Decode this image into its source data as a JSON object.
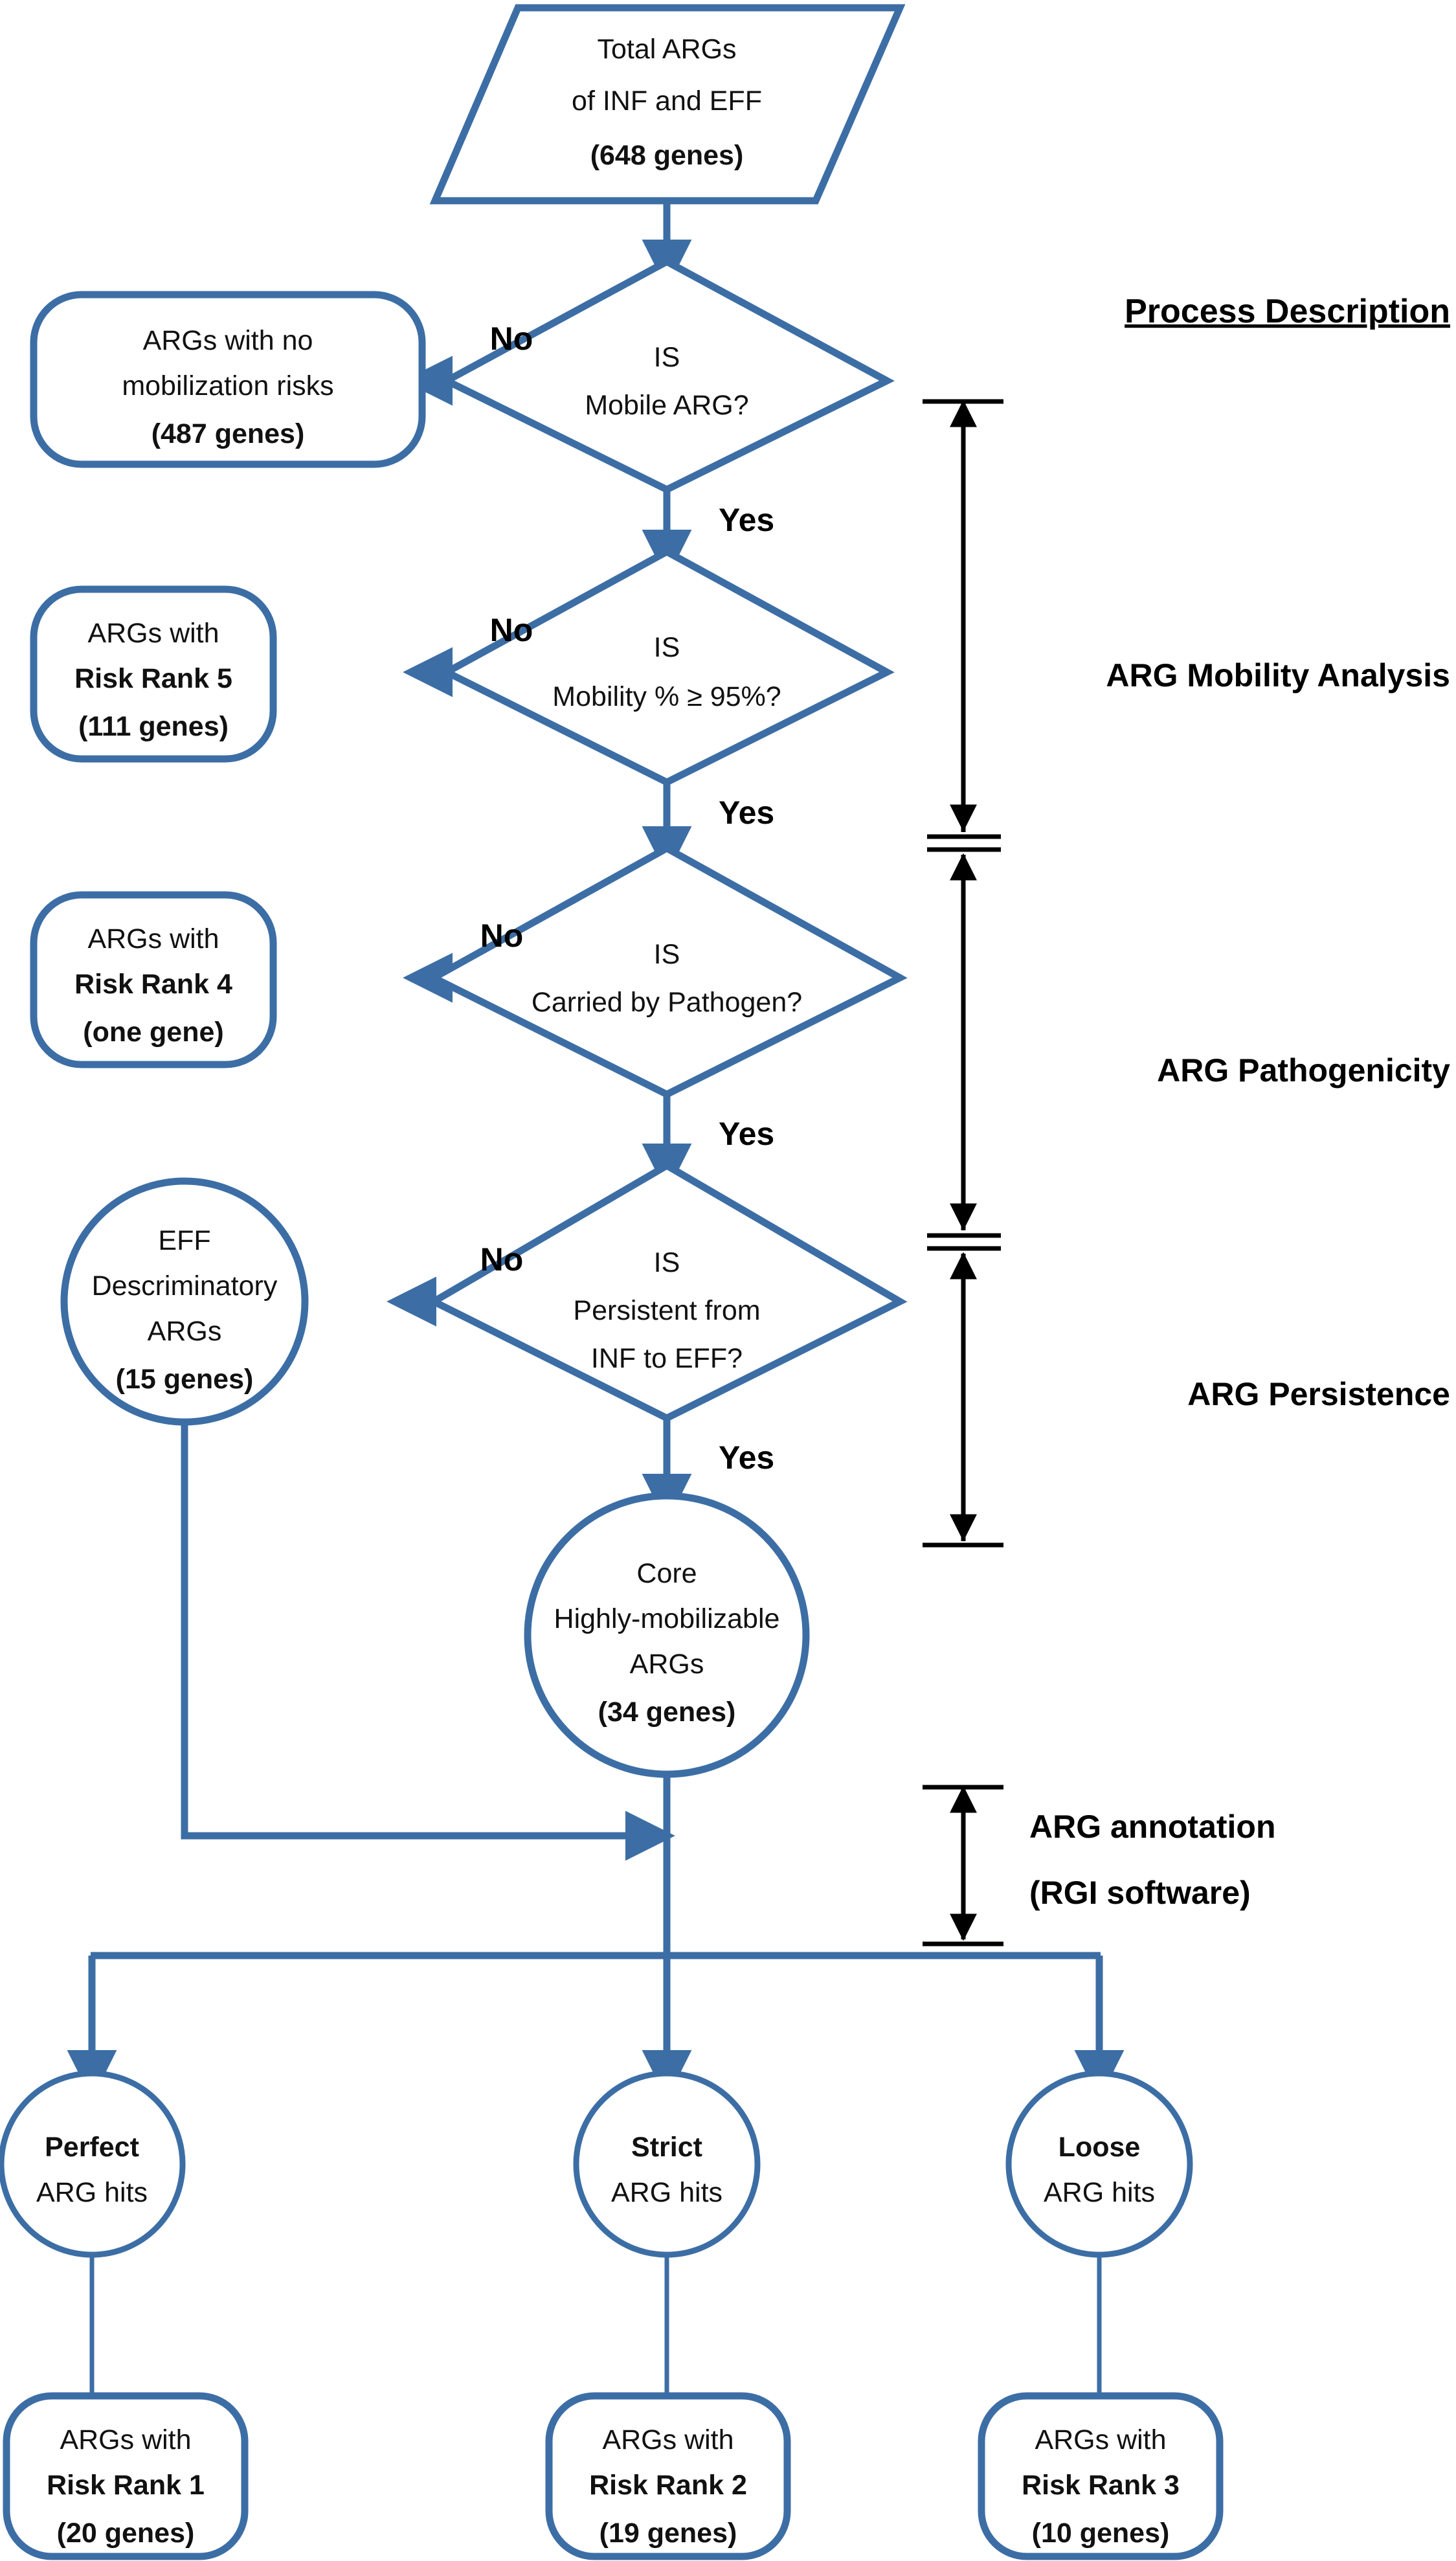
{
  "diagram": {
    "title_header": "Process Description",
    "accent_color": "#3c6ea5",
    "text_color": "#111111",
    "nodes": {
      "total_args": {
        "l1": "Total ARGs",
        "l2": "of INF and EFF",
        "l3": "(648 genes)"
      },
      "d1": {
        "l1": "IS",
        "l2": "Mobile ARG?"
      },
      "no_mob": {
        "l1": "ARGs with no",
        "l2": "mobilization risks",
        "l3": "(487 genes)"
      },
      "d2": {
        "l1": "IS",
        "l2": "Mobility % ≥ 95%?"
      },
      "rank5": {
        "l1": "ARGs with",
        "l2": "Risk Rank 5",
        "l3": "(111 genes)"
      },
      "d3": {
        "l1": "IS",
        "l2": "Carried by Pathogen?"
      },
      "rank4": {
        "l1": "ARGs with",
        "l2": "Risk Rank 4",
        "l3": "(one gene)"
      },
      "d4": {
        "l1": "IS",
        "l2": "Persistent from",
        "l3": "INF to EFF?"
      },
      "eff_disc": {
        "l1": "EFF",
        "l2": "Descriminatory",
        "l3": "ARGs",
        "l4": "(15 genes)"
      },
      "core": {
        "l1": "Core",
        "l2": "Highly-mobilizable",
        "l3": "ARGs",
        "l4": "(34 genes)"
      },
      "perfect": {
        "l1": "Perfect",
        "l2": "ARG hits"
      },
      "strict": {
        "l1": "Strict",
        "l2": "ARG hits"
      },
      "loose": {
        "l1": "Loose",
        "l2": "ARG hits"
      },
      "rank1": {
        "l1": "ARGs with",
        "l2": "Risk Rank 1",
        "l3": "(20 genes)"
      },
      "rank2": {
        "l1": "ARGs with",
        "l2": "Risk Rank 2",
        "l3": "(19 genes)"
      },
      "rank3": {
        "l1": "ARGs with",
        "l2": "Risk Rank 3",
        "l3": "(10 genes)"
      }
    },
    "branch_labels": {
      "no1": "No",
      "yes1": "Yes",
      "no2": "No",
      "yes2": "Yes",
      "no3": "No",
      "yes3": "Yes",
      "no4": "No",
      "yes4": "Yes"
    },
    "process_labels": {
      "mobility": "ARG Mobility Analysis",
      "pathogenicity": "ARG Pathogenicity",
      "persistence": "ARG Persistence",
      "annotation_l1": "ARG annotation",
      "annotation_l2": "(RGI software)"
    }
  }
}
